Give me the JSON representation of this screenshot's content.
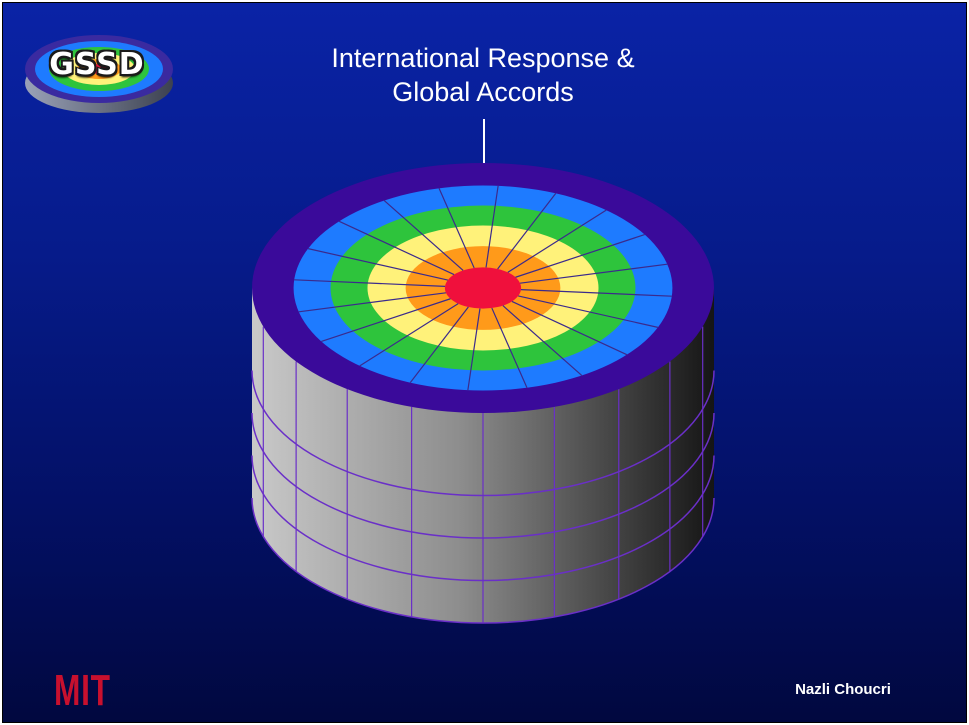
{
  "slide": {
    "logo_text": "GSSD",
    "title_lines": [
      "International Response &",
      "Global Accords"
    ],
    "footer_left": "MIT",
    "footer_right": "Nazli Choucri"
  },
  "colors": {
    "background": "#061b8a",
    "rim": "#3a0a9a",
    "ring_blue": "#1e7bff",
    "ring_green": "#2ec43c",
    "ring_yellow": "#fff27a",
    "ring_orange": "#ff9a1a",
    "core_red": "#f0103c",
    "side_light": "#c9c9c9",
    "side_dark": "#1a1a1a",
    "mit_red": "#c8102e"
  },
  "diagram": {
    "rings": [
      "rim",
      "ring_blue",
      "ring_green",
      "ring_yellow",
      "ring_orange",
      "core_red"
    ],
    "sector_count": 20,
    "side_bands": 4
  }
}
